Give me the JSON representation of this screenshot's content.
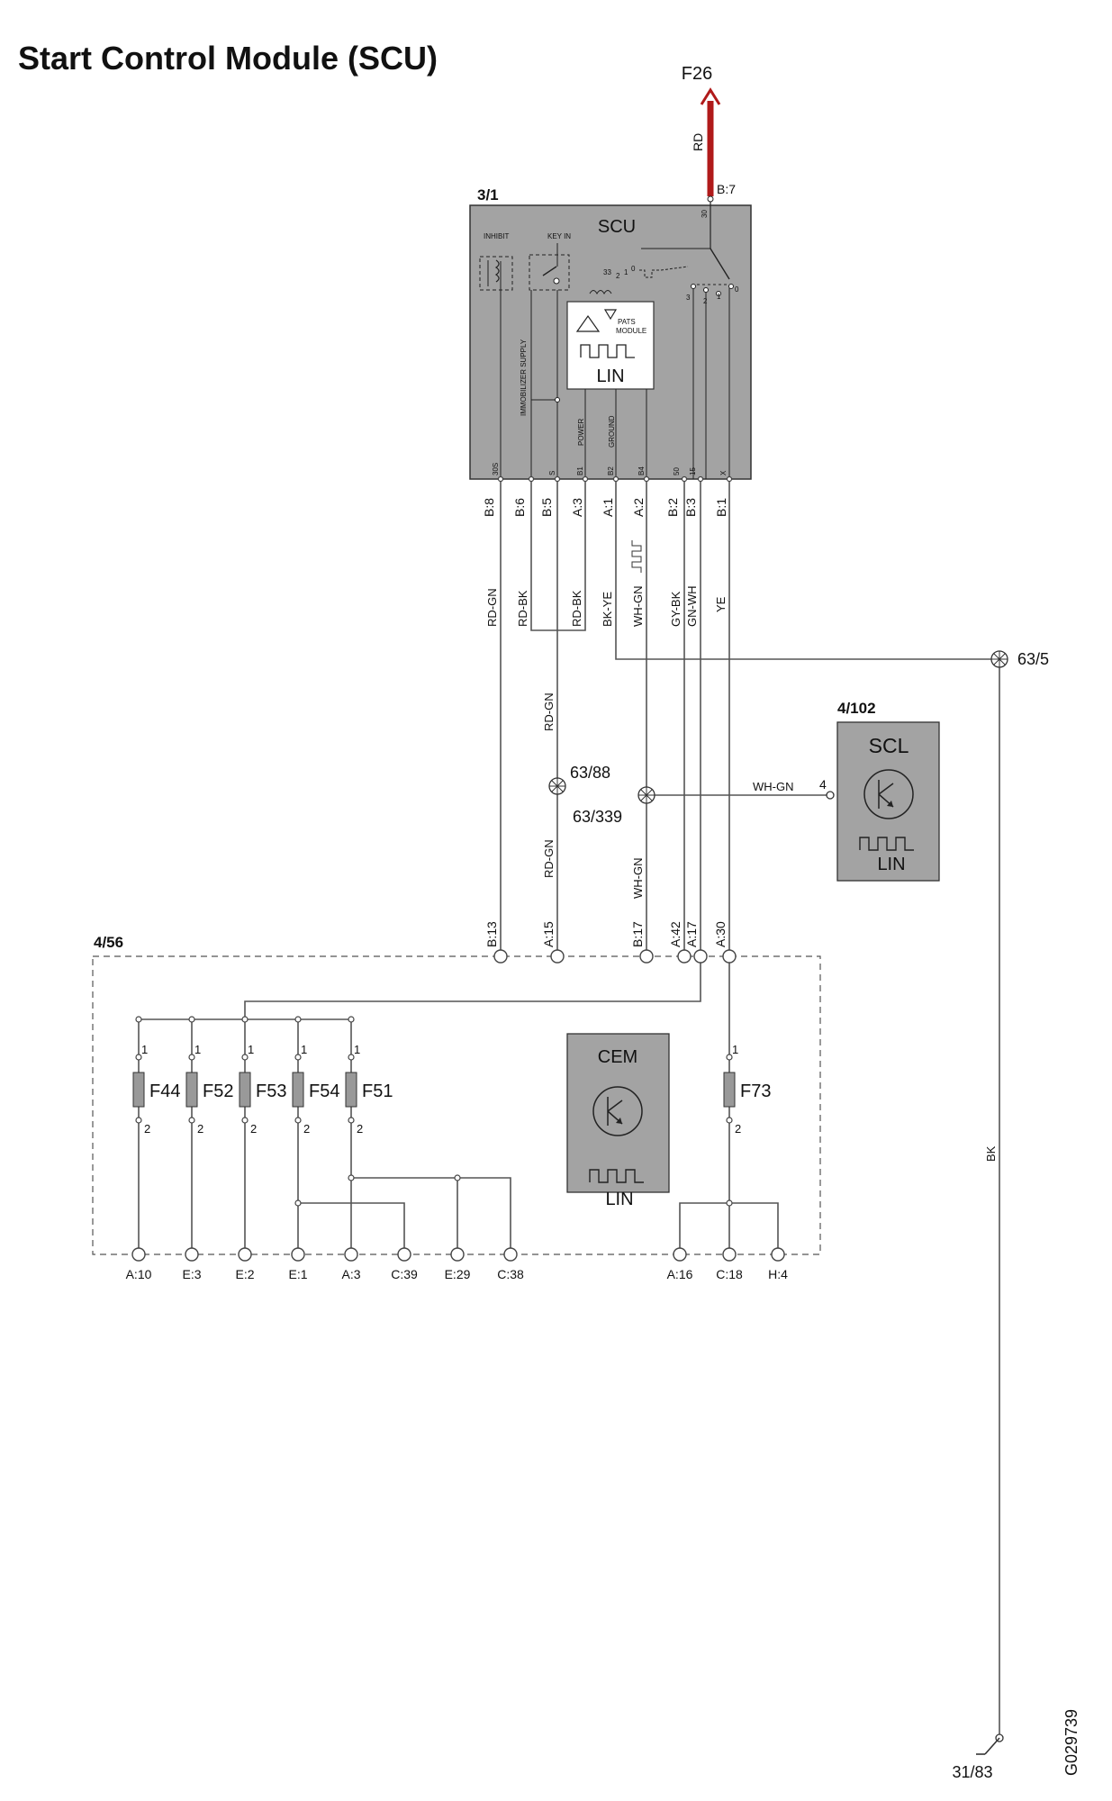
{
  "title": "Start Control Module (SCU)",
  "drawing_code": "G029739",
  "fuse_feed": {
    "ref": "F26",
    "wire": "RD",
    "pin": "B:7",
    "pin_internal": "30"
  },
  "scu": {
    "ref": "3/1",
    "name": "SCU",
    "inhibit": "INHIBIT",
    "key_in": "KEY IN",
    "immobilizer_supply": "IMMOBILIZER SUPPLY",
    "power": "POWER",
    "ground": "GROUND",
    "pats_line1": "PATS",
    "pats_line2": "MODULE",
    "lin": "LIN",
    "switch_pins": [
      "33",
      "2",
      "1",
      "0"
    ],
    "relay_pins": [
      "3",
      "2",
      "1",
      "0"
    ],
    "internal_pins": [
      "30S",
      "S",
      "B1",
      "B2",
      "B4",
      "50",
      "15",
      "X"
    ],
    "connector_pins": [
      "B:8",
      "B:6",
      "B:5",
      "A:3",
      "A:1",
      "A:2",
      "B:2",
      "B:3",
      "B:1"
    ],
    "wires": [
      "RD-GN",
      "RD-BK",
      "RD-BK",
      "BK-YE",
      "WH-GN",
      "GY-BK",
      "GN-WH",
      "YE"
    ]
  },
  "splices": {
    "s1": "63/5",
    "s2": "63/88",
    "s3": "63/339"
  },
  "scl": {
    "ref": "4/102",
    "name": "SCL",
    "lin": "LIN",
    "pin": "4",
    "wire": "WH-GN"
  },
  "mid_wires": {
    "rdgn_upper": "RD-GN",
    "rdgn_lower": "RD-GN",
    "whgn_lower": "WH-GN"
  },
  "cem": {
    "ref": "4/56",
    "name": "CEM",
    "lin": "LIN",
    "top_pins": [
      "B:13",
      "A:15",
      "B:17",
      "A:42",
      "A:17",
      "A:30"
    ],
    "bottom_pins": [
      "A:10",
      "E:3",
      "E:2",
      "E:1",
      "A:3",
      "C:39",
      "E:29",
      "C:38",
      "A:16",
      "C:18",
      "H:4"
    ],
    "fuses": [
      "F44",
      "F52",
      "F53",
      "F54",
      "F51",
      "F73"
    ],
    "fuse_pin_top": "1",
    "fuse_pin_bottom": "2"
  },
  "ground": {
    "ref": "31/83",
    "wire": "BK"
  },
  "colors": {
    "power_wire": "#b01a1a",
    "module_fill": "#a3a3a3",
    "fuse_fill": "#999999"
  }
}
